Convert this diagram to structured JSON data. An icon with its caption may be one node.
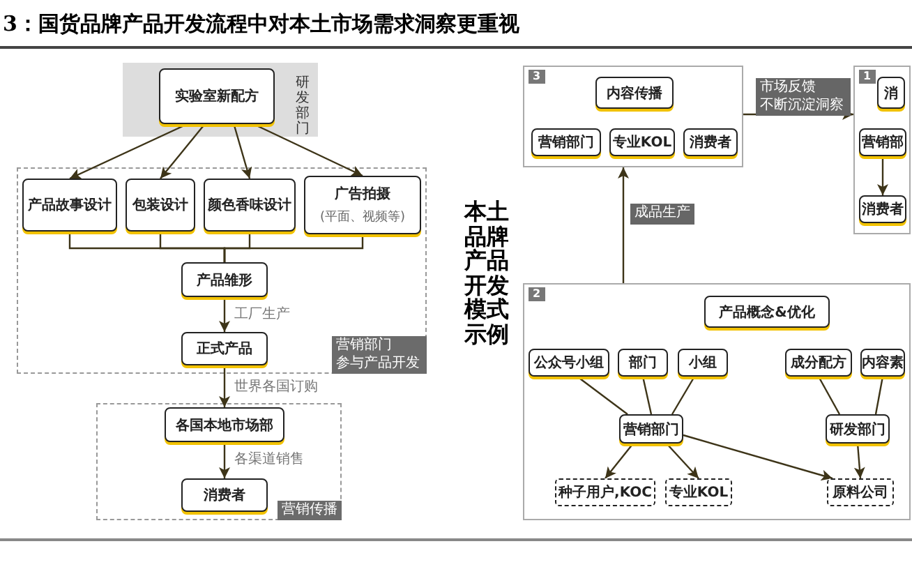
{
  "diagram": {
    "title": "3：国货品牌产品开发流程中对本土市场需求洞察更重视",
    "nodes": [
      {
        "text": [
          "研发部门"
        ]
      },
      {
        "text": [
          "实验室新配方"
        ],
        "in": 0
      },
      {
        "text": [
          "营销部门参与产品开发"
        ]
      },
      {
        "text": [
          "产品故事设计"
        ],
        "in": 2
      },
      {
        "text": [
          "包装设计"
        ],
        "in": 2
      },
      {
        "text": [
          "颜色香味设计"
        ],
        "in": 2
      },
      {
        "text": [
          "广告拍摄",
          "(平面、视频等)"
        ],
        "in": 2
      },
      {
        "text": [
          "产品雏形"
        ],
        "in": 2
      },
      {
        "text": [
          "正式产品"
        ],
        "in": 2
      },
      {
        "text": [
          "营销传播"
        ]
      },
      {
        "text": [
          "各国本地市场部"
        ],
        "in": 9
      },
      {
        "text": [
          "消费者"
        ],
        "in": 9
      },
      {
        "text": [
          "3"
        ]
      },
      {
        "text": [
          "内容传播"
        ],
        "in": 12
      },
      {
        "text": [
          "营销部门"
        ],
        "in": 12
      },
      {
        "text": [
          "专业KOL"
        ],
        "in": 12
      },
      {
        "text": [
          "消费者"
        ],
        "in": 12
      },
      {
        "text": [
          "1"
        ]
      },
      {
        "text": [
          "消"
        ],
        "in": 17
      },
      {
        "text": [
          "营销部"
        ],
        "in": 17
      },
      {
        "text": [
          "消费者"
        ],
        "in": 17
      },
      {
        "text": [
          "2"
        ]
      },
      {
        "text": [
          "产品概念&优化"
        ],
        "in": 21
      },
      {
        "text": [
          "公众号小组"
        ],
        "in": 21
      },
      {
        "text": [
          "部门"
        ],
        "in": 21
      },
      {
        "text": [
          "小组"
        ],
        "in": 21
      },
      {
        "text": [
          "成分配方"
        ],
        "in": 21
      },
      {
        "text": [
          "内容素"
        ],
        "in": 21
      },
      {
        "text": [
          "营销部门"
        ],
        "in": 21
      },
      {
        "text": [
          "研发部门"
        ],
        "in": 21
      },
      {
        "text": [
          "种子用户,KOC"
        ],
        "in": 21
      },
      {
        "text": [
          "专业KOL"
        ],
        "in": 21
      },
      {
        "text": [
          "原料公司"
        ],
        "in": 21
      }
    ],
    "edges": [
      {
        "from": 1,
        "to": 3,
        "arrow": "to"
      },
      {
        "from": 1,
        "to": 4,
        "arrow": "to"
      },
      {
        "from": 1,
        "to": 5,
        "arrow": "to"
      },
      {
        "from": 1,
        "to": 6,
        "arrow": "to"
      },
      {
        "from": 3,
        "to": 7,
        "arrow": "none"
      },
      {
        "from": 4,
        "to": 7,
        "arrow": "none"
      },
      {
        "from": 5,
        "to": 7,
        "arrow": "none"
      },
      {
        "from": 6,
        "to": 7,
        "arrow": "none"
      },
      {
        "from": 7,
        "to": 8,
        "arrow": "to",
        "label": "工厂生产"
      },
      {
        "from": 8,
        "to": 10,
        "arrow": "to",
        "label": "世界各国订购"
      },
      {
        "from": 10,
        "to": 11,
        "arrow": "to",
        "label": "各渠道销售"
      },
      {
        "from": 12,
        "to": 17,
        "arrow": "to",
        "label": "市场反馈不断沉淀洞察"
      },
      {
        "from": 21,
        "to": 12,
        "arrow": "to",
        "label": "成品生产"
      },
      {
        "from": 19,
        "to": 20,
        "arrow": "to"
      },
      {
        "from": 23,
        "to": 28,
        "arrow": "none"
      },
      {
        "from": 24,
        "to": 28,
        "arrow": "none"
      },
      {
        "from": 25,
        "to": 28,
        "arrow": "none"
      },
      {
        "from": 26,
        "to": 29,
        "arrow": "none"
      },
      {
        "from": 27,
        "to": 29,
        "arrow": "none"
      },
      {
        "from": 28,
        "to": 30,
        "arrow": "to"
      },
      {
        "from": 28,
        "to": 31,
        "arrow": "to"
      },
      {
        "from": 28,
        "to": 32,
        "arrow": "to"
      },
      {
        "from": 29,
        "to": 32,
        "arrow": "to"
      }
    ],
    "labels": [
      "本土品牌产品开发模式示例"
    ]
  }
}
